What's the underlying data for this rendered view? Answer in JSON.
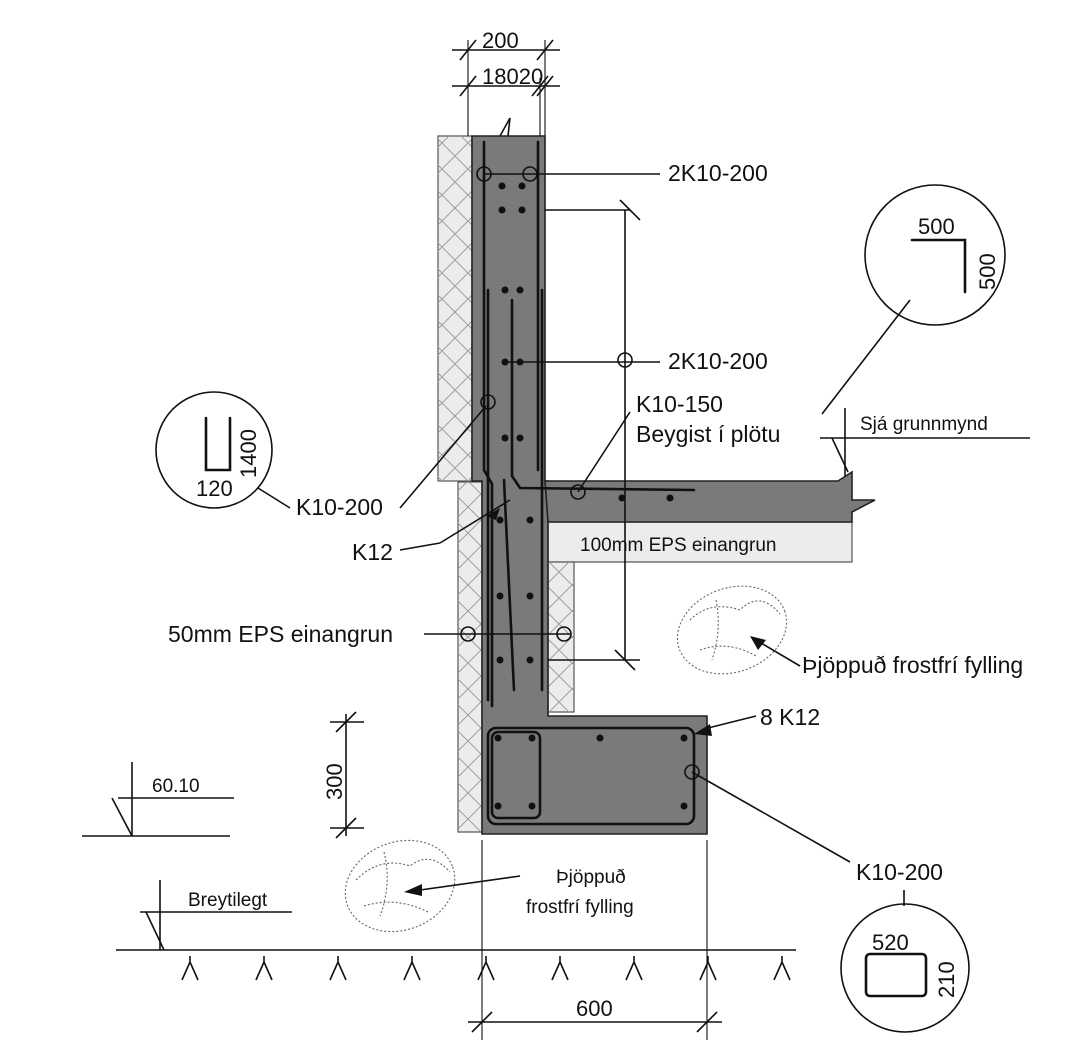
{
  "dimensions": {
    "top_total": "200",
    "top_parts": "18020",
    "height_300": "300",
    "bottom_width": "600"
  },
  "labels": {
    "rebar_top": "2K10-200",
    "rebar_mid": "2K10-200",
    "k10_150_line1": "K10-150",
    "k10_150_line2": "Beygist í plötu",
    "see_plan": "Sjá grunnmynd",
    "k10_200_left": "K10-200",
    "k12": "K12",
    "eps_100": "100mm EPS einangrun",
    "eps_50": "50mm EPS einangrun",
    "fill_right": "Þjöppuð frostfrí fylling",
    "bars_8k12": "8 K12",
    "level_60": "60.10",
    "k10_200_right": "K10-200",
    "fill_bottom_line1": "Þjöppuð",
    "fill_bottom_line2": "frostfrí fylling",
    "breytilegt": "Breytilegt"
  },
  "bending_shapes": {
    "corner": {
      "leg_a": "500",
      "leg_b": "500"
    },
    "u_bar": {
      "height": "1400",
      "width": "120"
    },
    "stirrup": {
      "width": "520",
      "height": "210"
    }
  },
  "colors": {
    "concrete": "#7a7a7a",
    "insulation": "#ececec",
    "line": "#111111"
  }
}
